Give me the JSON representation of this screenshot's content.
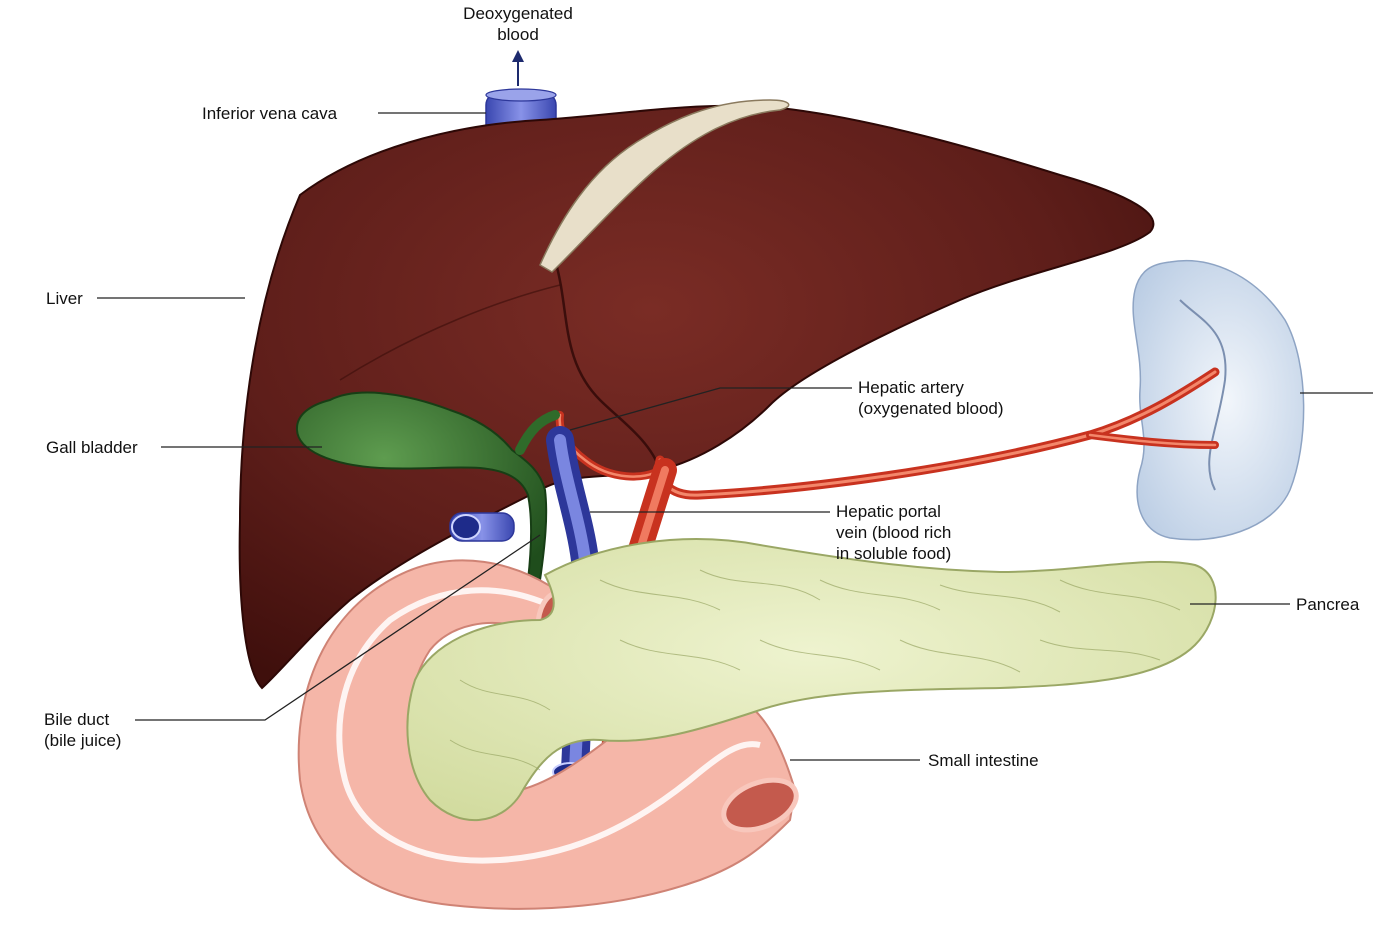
{
  "diagram": {
    "labels": {
      "deoxygenated_blood": [
        "Deoxygenated",
        "blood"
      ],
      "inferior_vena_cava": "Inferior vena cava",
      "liver": "Liver",
      "gall_bladder": "Gall bladder",
      "hepatic_artery": [
        "Hepatic artery",
        "(oxygenated blood)"
      ],
      "hepatic_portal_vein": [
        "Hepatic portal",
        "vein (blood rich",
        "in soluble food)"
      ],
      "pancreas": "Pancrea",
      "small_intestine": "Small intestine",
      "bile_duct": [
        "Bile duct",
        "(bile juice)"
      ]
    },
    "colors": {
      "liver": "#5e1e1a",
      "liver_dark": "#3f0f0c",
      "gall_bladder": "#2f6b2a",
      "vein": "#5561c8",
      "artery": "#d8402e",
      "pancreas": "#dfe7b6",
      "intestine": "#f4b3a6",
      "spleen": "#cddcee",
      "leader_line": "#222222"
    }
  }
}
